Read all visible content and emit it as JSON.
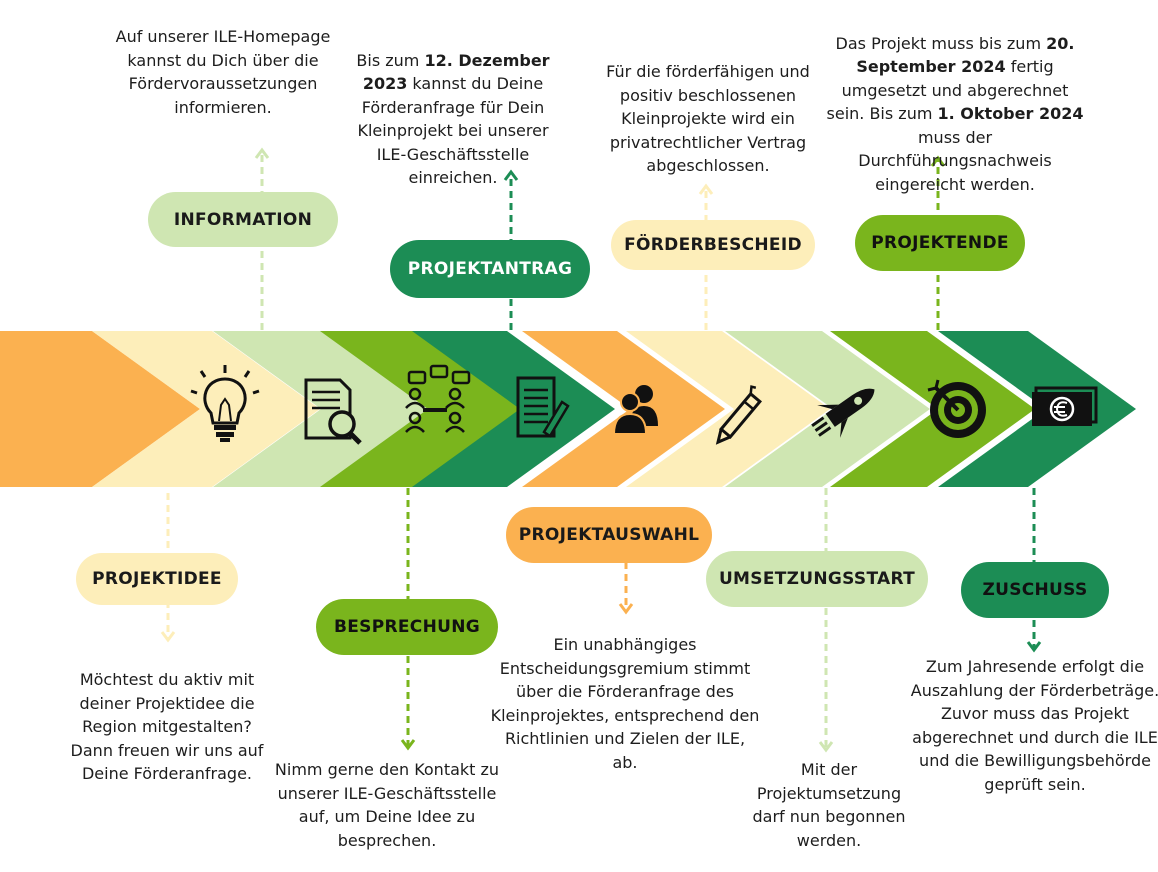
{
  "colors": {
    "orange": "#fbb150",
    "pale_yellow": "#fdeeba",
    "pale_green": "#cfe6b2",
    "lime": "#7ab51d",
    "dark_green": "#1c8d55",
    "icon": "#111111"
  },
  "steps": [
    {
      "key": "projektidee",
      "label": "PROJEKTIDEE",
      "position": "below",
      "color": "pale_yellow",
      "icon": "lightbulb-icon",
      "text": "Möchtest du aktiv mit deiner Projektidee die Region mitgestalten? Dann freuen wir uns auf Deine Förderanfrage."
    },
    {
      "key": "information",
      "label": "INFORMATION",
      "position": "above",
      "color": "pale_green",
      "icon": "document-search-icon",
      "text": "Auf unserer ILE-Homepage kannst du Dich über die Fördervoraussetzungen informieren."
    },
    {
      "key": "besprechung",
      "label": "BESPRECHUNG",
      "position": "below",
      "color": "lime",
      "icon": "meeting-icon",
      "text": "Nimm gerne den Kontakt zu unserer ILE-Geschäftsstelle auf, um Deine Idee zu besprechen."
    },
    {
      "key": "projektantrag",
      "label": "PROJEKTANTRAG",
      "position": "above",
      "color": "dark_green",
      "icon": "form-pen-icon",
      "text_parts": [
        "Bis zum ",
        "12. Dezember 2023",
        " kannst du Deine Förderanfrage für Dein Kleinprojekt bei unserer ILE-Geschäftsstelle einreichen."
      ]
    },
    {
      "key": "projektauswahl",
      "label": "PROJEKTAUSWAHL",
      "position": "below",
      "color": "orange",
      "icon": "group-icon",
      "text": "Ein unabhängiges Entscheidungsgremium stimmt über die Förderanfrage des Kleinprojektes, entsprechend den Richtlinien und Zielen der ILE, ab."
    },
    {
      "key": "foerderbescheid",
      "label": "FÖRDERBESCHEID",
      "position": "above",
      "color": "pale_yellow",
      "icon": "pen-icon",
      "text": "Für die förderfähigen und positiv beschlossenen Kleinprojekte wird ein privatrechtlicher Vertrag abgeschlossen."
    },
    {
      "key": "umsetzungsstart",
      "label": "UMSETZUNGSSTART",
      "position": "below",
      "color": "pale_green",
      "icon": "rocket-icon",
      "text": "Mit der Projektumsetzung darf nun begonnen werden."
    },
    {
      "key": "projektende",
      "label": "PROJEKTENDE",
      "position": "above",
      "color": "lime",
      "icon": "target-icon",
      "text_parts": [
        "Das Projekt muss bis zum ",
        "20. September 2024",
        " fertig umgesetzt und abgerechnet sein. Bis zum ",
        "1. Oktober 2024",
        " muss der Durchführungsnachweis eingereicht werden."
      ]
    },
    {
      "key": "zuschuss",
      "label": "ZUSCHUSS",
      "position": "below",
      "color": "dark_green",
      "icon": "money-icon",
      "text": "Zum Jahresende erfolgt die Auszahlung der Förderbeträge. Zuvor muss das Projekt abgerechnet und durch die ILE und die Bewilligungsbehörde geprüft sein."
    }
  ]
}
